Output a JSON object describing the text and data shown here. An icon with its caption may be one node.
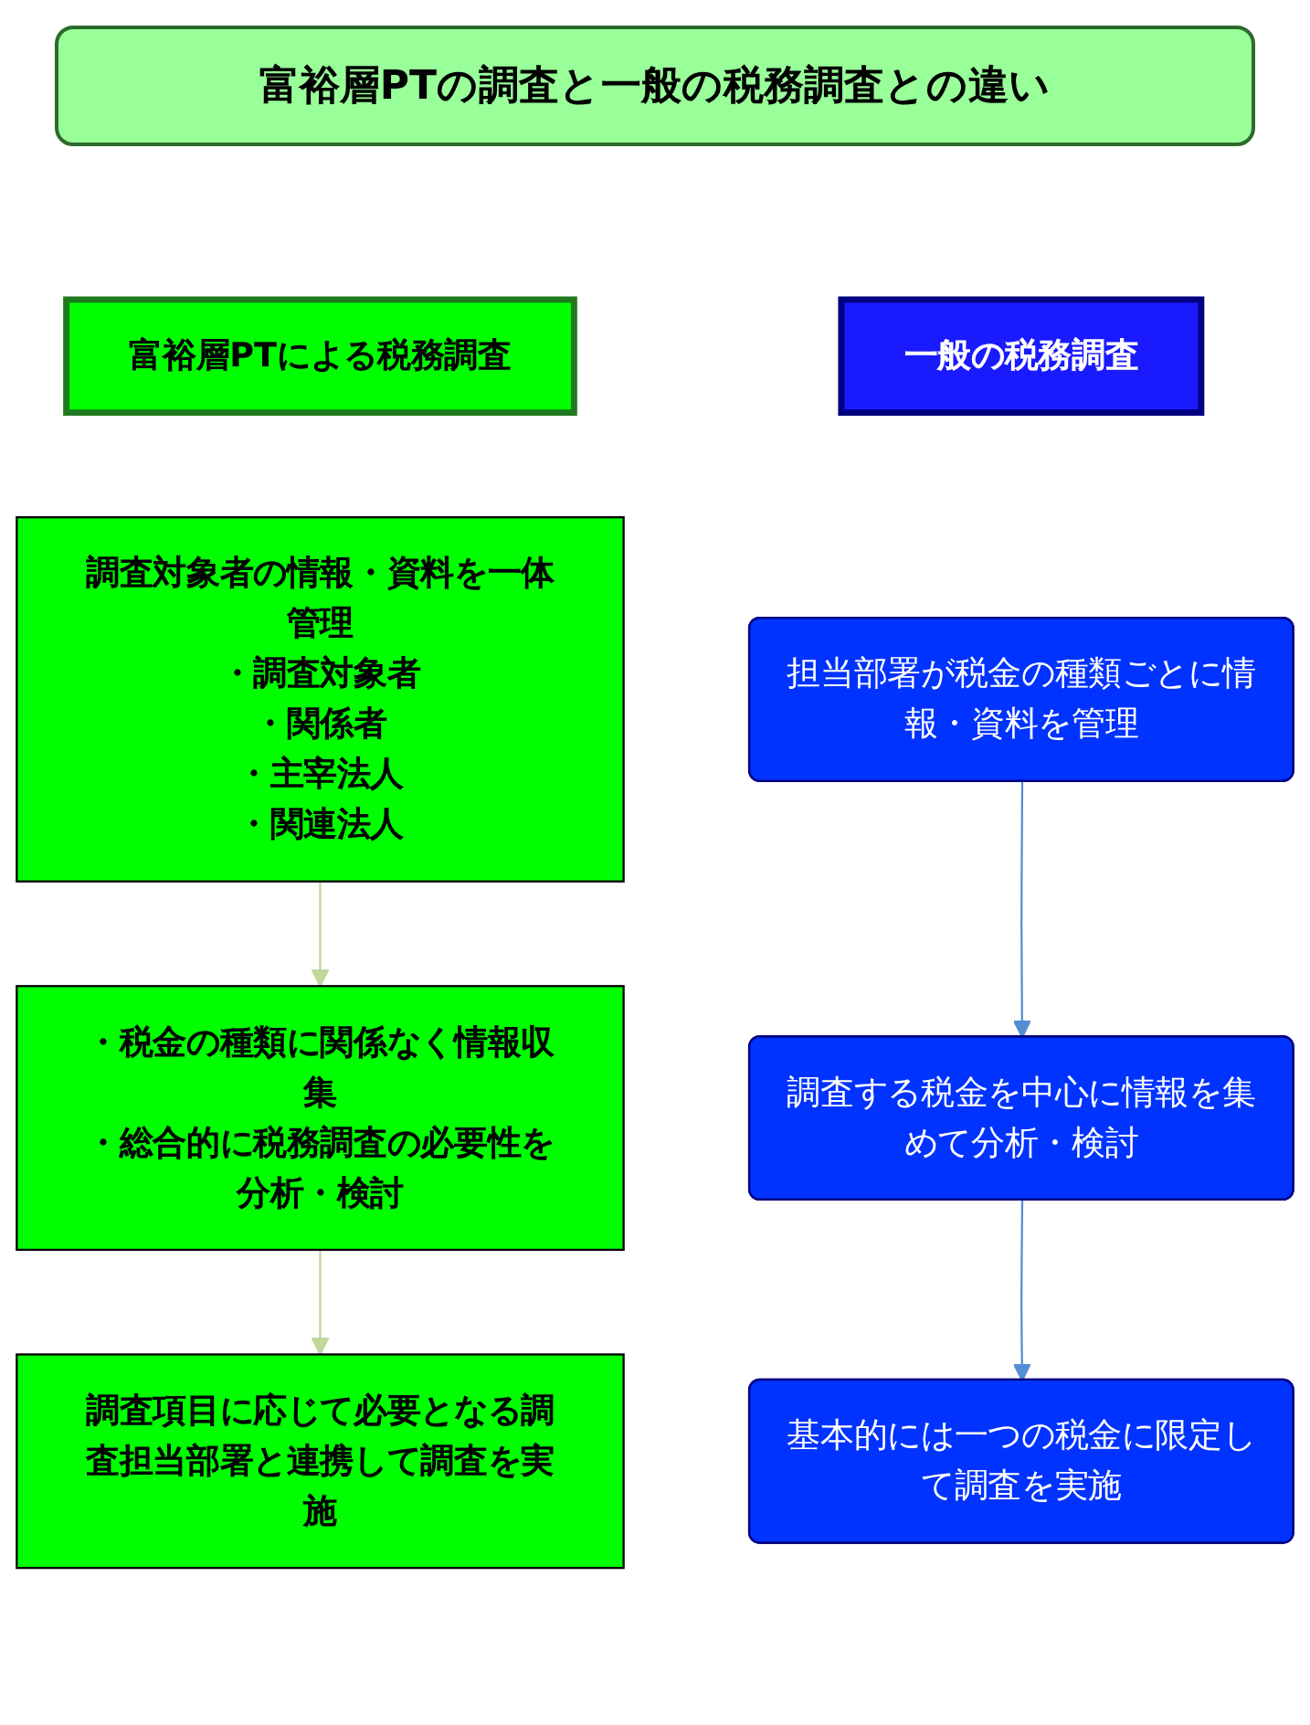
{
  "diagram": {
    "title": "富裕層PTの調査と一般の税務調査との違い",
    "nodes": [
      {
        "text": [
          "富裕層PTによる税務調査"
        ]
      },
      {
        "text": [
          "調査対象者の情報・資料を一体管理",
          "・調査対象者",
          "・関係者",
          "・主宰法人",
          "・関連法人"
        ]
      },
      {
        "text": [
          "・税金の種類に関係なく情報収集",
          "・総合的に税務調査の必要性を分析・検討"
        ]
      },
      {
        "text": [
          "調査項目に応じて必要となる調査担当部署と連携して調査を実施"
        ]
      },
      {
        "text": [
          "一般の税務調査"
        ]
      },
      {
        "text": [
          "担当部署が税金の種類ごとに情報・資料を管理"
        ]
      },
      {
        "text": [
          "調査する税金を中心に情報を集めて分析・検討"
        ]
      },
      {
        "text": [
          "基本的には一つの税金に限定して調査を実施"
        ]
      }
    ],
    "edges": [
      {
        "from": 1,
        "to": 2,
        "arrow": "to",
        "color": "#c3d69b"
      },
      {
        "from": 2,
        "to": 3,
        "arrow": "to",
        "color": "#c3d69b"
      },
      {
        "from": 5,
        "to": 6,
        "arrow": "to",
        "color": "#558ed5"
      },
      {
        "from": 6,
        "to": 7,
        "arrow": "to",
        "color": "#558ed5"
      }
    ]
  }
}
